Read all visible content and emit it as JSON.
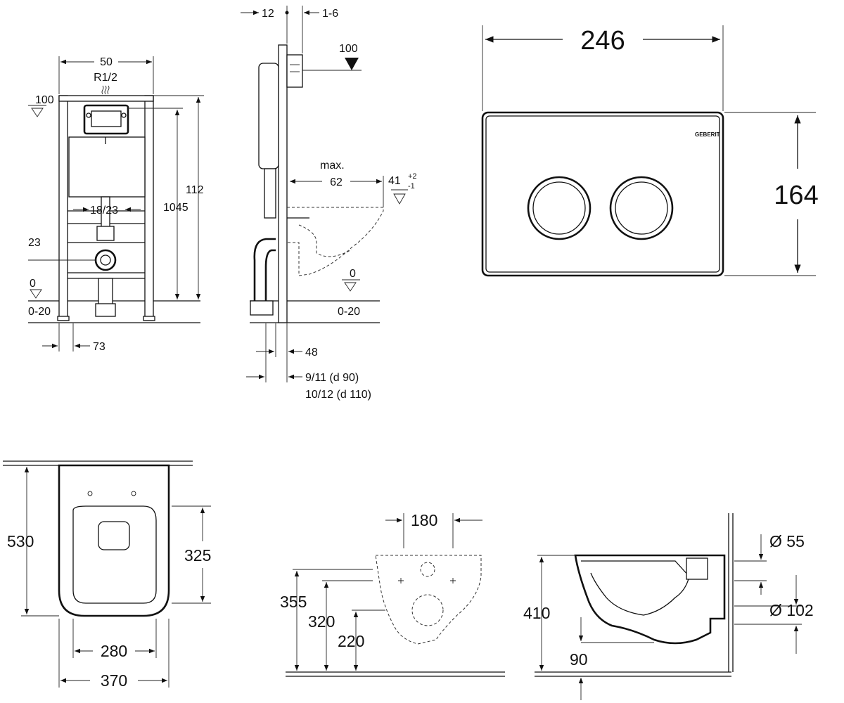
{
  "frame_front": {
    "width": "50",
    "pipe": "R1/2",
    "level_100": "100",
    "height_112": "112",
    "height_1045": "1045",
    "spacing_1823": "18/23",
    "level_23": "23",
    "level_0": "0",
    "range_020": "0-20",
    "offset_73": "73"
  },
  "frame_side": {
    "dim_12": "12",
    "dim_16": "1-6",
    "level_100": "100",
    "max_label": "max.",
    "max_62": "62",
    "dim_41": "41",
    "tol_plus": "+2",
    "tol_minus": "-1",
    "level_0": "0",
    "range_020": "0-20",
    "dim_48": "48",
    "dim_911": "9/11 (d 90)",
    "dim_1012": "10/12 (d 110)"
  },
  "flush_plate": {
    "width": "246",
    "height": "164",
    "brand": "GEBERIT"
  },
  "toilet_top": {
    "depth_530": "530",
    "seat_325": "325",
    "inner_280": "280",
    "outer_370": "370"
  },
  "toilet_back": {
    "bolt_180": "180",
    "h_355": "355",
    "h_320": "320",
    "h_220": "220"
  },
  "toilet_side": {
    "h_410": "410",
    "h_90": "90",
    "dia_55": "Ø 55",
    "dia_102": "Ø 102"
  }
}
